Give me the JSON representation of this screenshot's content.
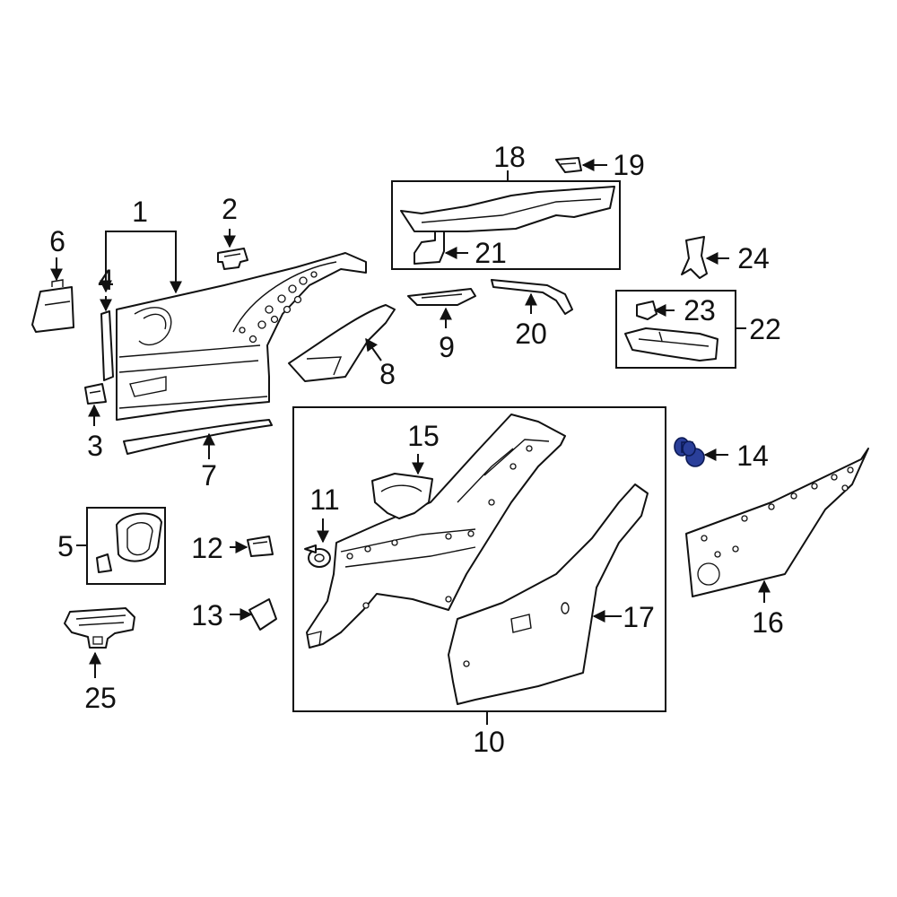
{
  "callouts": {
    "c1": "1",
    "c2": "2",
    "c3": "3",
    "c4": "4",
    "c5": "5",
    "c6": "6",
    "c7": "7",
    "c8": "8",
    "c9": "9",
    "c10": "10",
    "c11": "11",
    "c12": "12",
    "c13": "13",
    "c14": "14",
    "c15": "15",
    "c16": "16",
    "c17": "17",
    "c18": "18",
    "c19": "19",
    "c20": "20",
    "c21": "21",
    "c22": "22",
    "c23": "23",
    "c24": "24",
    "c25": "25"
  },
  "colors": {
    "line": "#111111",
    "background": "#ffffff",
    "highlight_part": "#2a3f9a"
  },
  "highlighted_part": "14"
}
